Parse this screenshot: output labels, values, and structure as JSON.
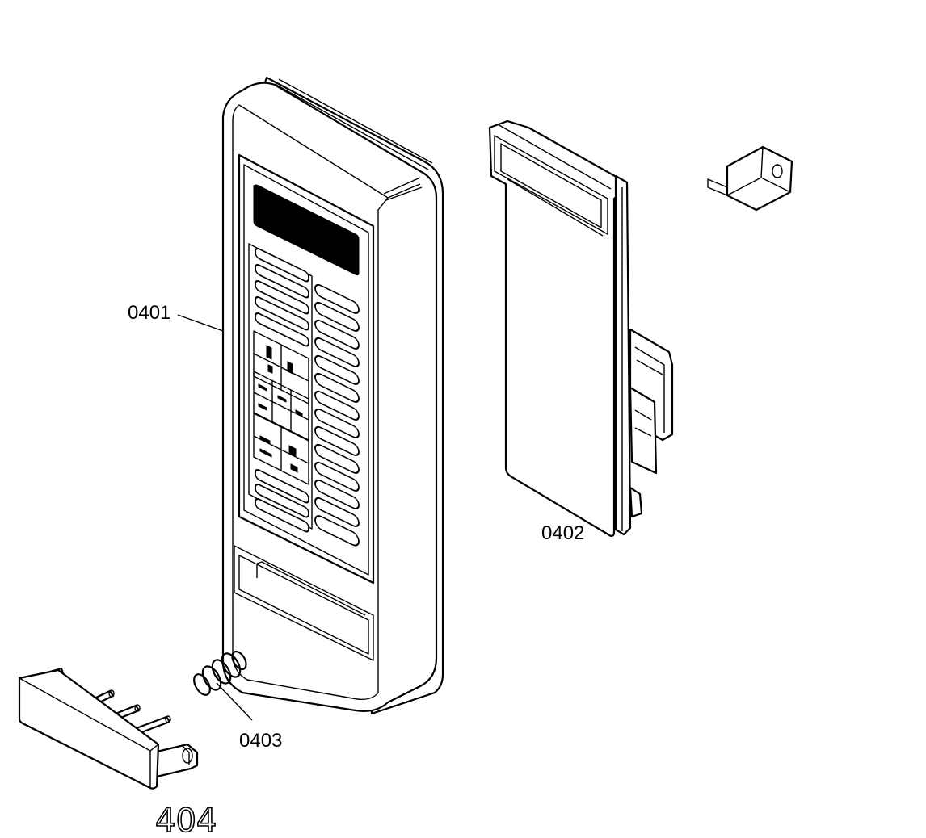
{
  "parts": [
    {
      "id": "control-panel",
      "label": "0401"
    },
    {
      "id": "circuit-board",
      "label": "0402"
    },
    {
      "id": "spring",
      "label": "0403"
    },
    {
      "id": "door-button",
      "label": "404"
    }
  ]
}
